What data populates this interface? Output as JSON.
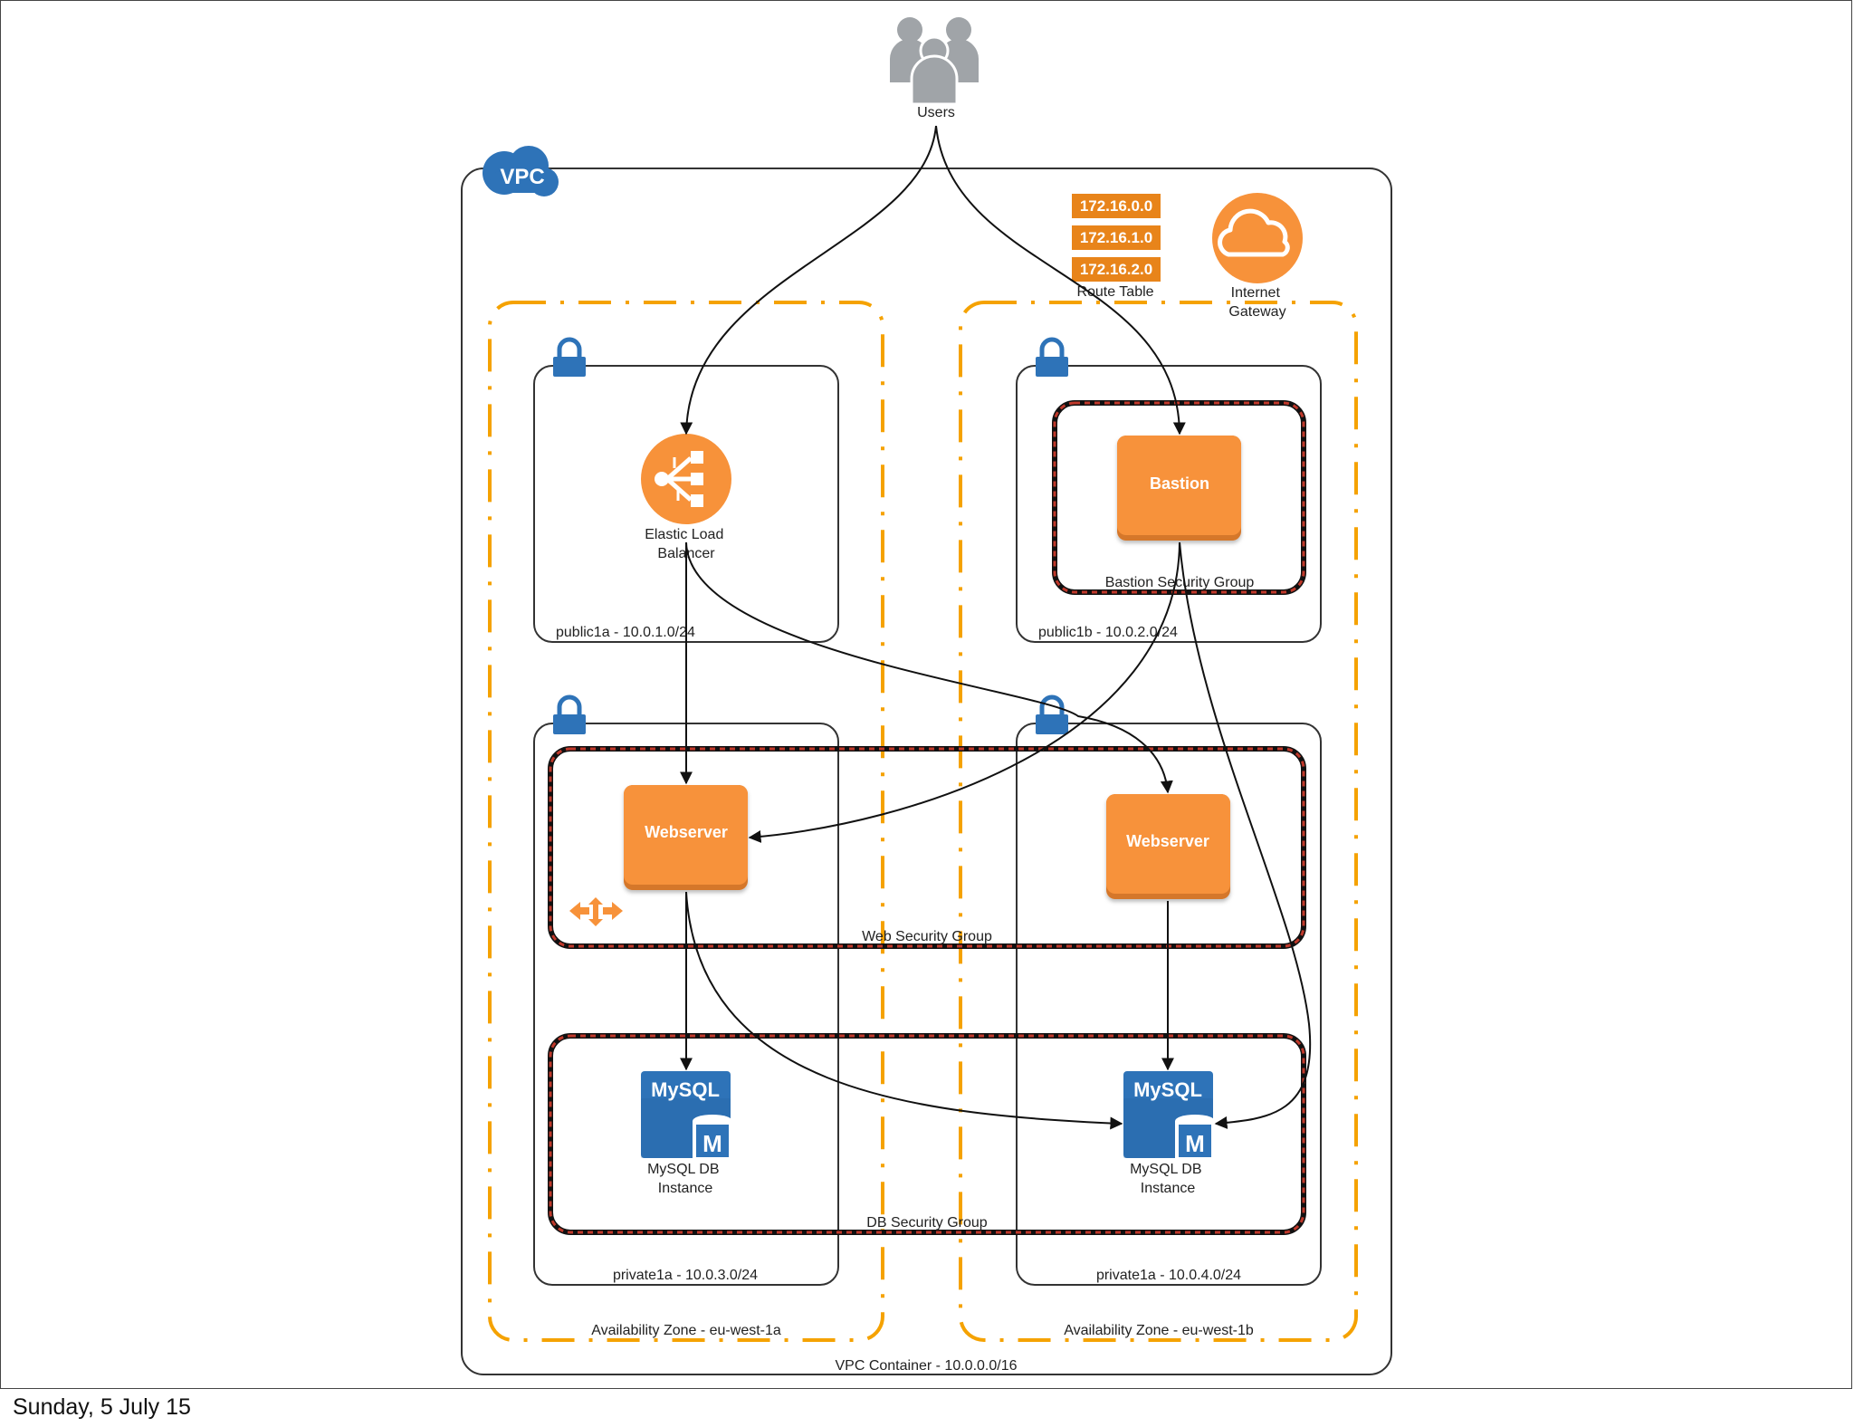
{
  "footer": {
    "date": "Sunday, 5 July 15"
  },
  "colors": {
    "aws_orange": "#F7923A",
    "aws_orange_dark": "#D5772A",
    "aws_blue": "#2E73B8",
    "zone_dash": "#F5A200",
    "sg_red": "#C0392B",
    "route_orange": "#E8841A",
    "user_gray": "#A0A4A8"
  },
  "diagram": {
    "users": {
      "label": "Users",
      "icon": "users-icon"
    },
    "vpc": {
      "badge": "VPC",
      "label": "VPC Container - 10.0.0.0/16"
    },
    "route_table": {
      "routes": [
        "172.16.0.0",
        "172.16.1.0",
        "172.16.2.0"
      ],
      "label": "Route Table"
    },
    "internet_gateway": {
      "label_line1": "Internet",
      "label_line2": "Gateway",
      "icon": "cloud-icon"
    },
    "zones": [
      {
        "label": "Availability Zone - eu-west-1a"
      },
      {
        "label": "Availability Zone - eu-west-1b"
      }
    ],
    "subnets": {
      "public1a": "public1a - 10.0.1.0/24",
      "public1b": "public1b - 10.0.2.0/24",
      "private1a_left": "private1a - 10.0.3.0/24",
      "private1a_right": "private1a - 10.0.4.0/24"
    },
    "elb": {
      "label_line1": "Elastic Load",
      "label_line2": "Balancer",
      "icon": "load-balancer-icon"
    },
    "bastion": {
      "label": "Bastion"
    },
    "security_groups": {
      "bastion": "Bastion Security Group",
      "web": "Web Security Group",
      "db": "DB Security Group"
    },
    "webservers": [
      {
        "label": "Webserver"
      },
      {
        "label": "Webserver"
      }
    ],
    "databases": [
      {
        "badge": "MySQL",
        "letter": "M",
        "label_line1": "MySQL DB",
        "label_line2": "Instance"
      },
      {
        "badge": "MySQL",
        "letter": "M",
        "label_line1": "MySQL DB",
        "label_line2": "Instance"
      }
    ]
  }
}
